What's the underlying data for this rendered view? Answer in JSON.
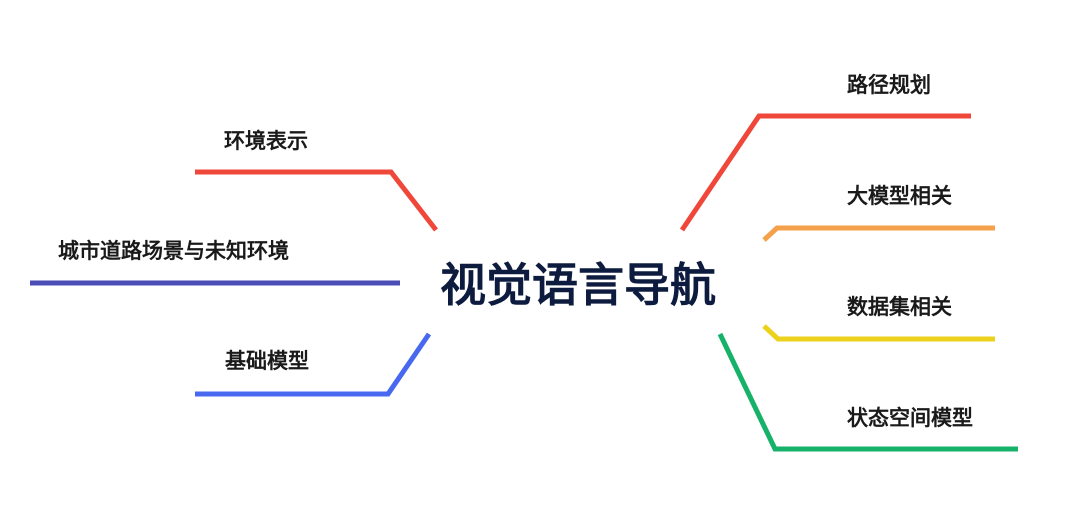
{
  "center": {
    "title": "视觉语言导航"
  },
  "left_branches": [
    {
      "label": "环境表示",
      "color": "#f0473b"
    },
    {
      "label": "城市道路场景与未知环境",
      "color": "#4a4db5"
    },
    {
      "label": "基础模型",
      "color": "#4868f0"
    }
  ],
  "right_branches": [
    {
      "label": "路径规划",
      "color": "#f0473b"
    },
    {
      "label": "大模型相关",
      "color": "#f5a04a"
    },
    {
      "label": "数据集相关",
      "color": "#ecd21c"
    },
    {
      "label": "状态空间模型",
      "color": "#17b26a"
    }
  ]
}
